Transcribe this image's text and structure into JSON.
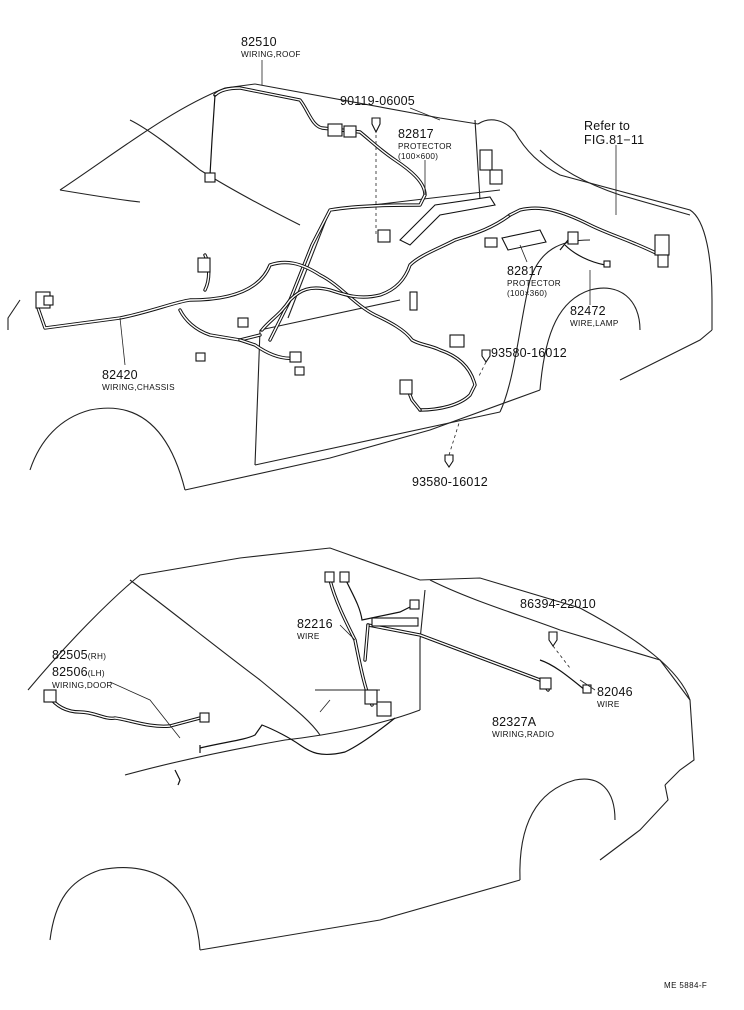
{
  "parts": [
    {
      "id": "p82510",
      "number": "82510",
      "name": "WIRING,ROOF"
    },
    {
      "id": "p90119",
      "number": "90119-06005",
      "name": ""
    },
    {
      "id": "p82817a",
      "number": "82817",
      "name": "PROTECTOR",
      "size": "(100×600)"
    },
    {
      "id": "pref",
      "number": "Refer to",
      "name": "FIG.81−11"
    },
    {
      "id": "p82817b",
      "number": "82817",
      "name": "PROTECTOR",
      "size": "(100×360)"
    },
    {
      "id": "p82472",
      "number": "82472",
      "name": "WIRE,LAMP"
    },
    {
      "id": "p93580a",
      "number": "93580-16012",
      "name": ""
    },
    {
      "id": "p82420",
      "number": "82420",
      "name": "WIRING,CHASSIS"
    },
    {
      "id": "p93580b",
      "number": "93580-16012",
      "name": ""
    },
    {
      "id": "p86394",
      "number": "86394-22010",
      "name": ""
    },
    {
      "id": "p82216",
      "number": "82216",
      "name": "WIRE"
    },
    {
      "id": "p82505",
      "number": "82505",
      "variant": "(RH)"
    },
    {
      "id": "p82506",
      "number": "82506",
      "variant": "(LH)",
      "name": "WIRING,DOOR"
    },
    {
      "id": "p82046",
      "number": "82046",
      "name": "WIRE"
    },
    {
      "id": "p82327",
      "number": "82327A",
      "name": "WIRING,RADIO"
    }
  ],
  "diagram_code": "ME 5884-F"
}
